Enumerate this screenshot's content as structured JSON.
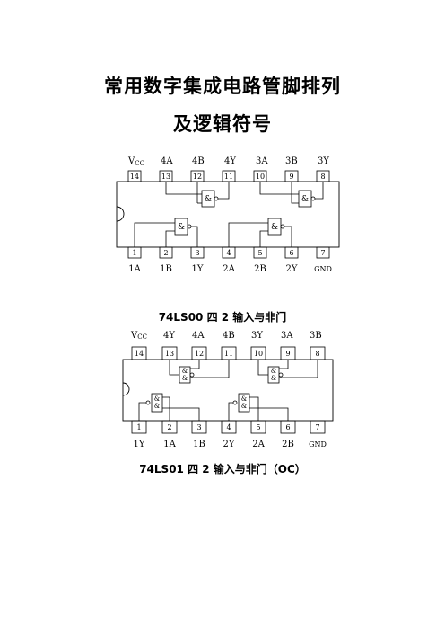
{
  "title_line1": "常用数字集成电路管脚排列",
  "title_line2": "及逻辑符号",
  "chip1": {
    "caption": "74LS00 四 2 输入与非门",
    "top_labels": [
      "VCC",
      "4A",
      "4B",
      "4Y",
      "3A",
      "3B",
      "3Y"
    ],
    "top_pins": [
      "14",
      "13",
      "12",
      "11",
      "10",
      "9",
      "8"
    ],
    "bottom_pins": [
      "1",
      "2",
      "3",
      "4",
      "5",
      "6",
      "7"
    ],
    "bottom_labels": [
      "1A",
      "1B",
      "1Y",
      "2A",
      "2B",
      "2Y",
      "GND"
    ],
    "gate_symbol": "&"
  },
  "chip2": {
    "caption": "74LS01 四 2 输入与非门（OC）",
    "top_labels": [
      "VCC",
      "4Y",
      "4A",
      "4B",
      "3Y",
      "3A",
      "3B"
    ],
    "top_pins": [
      "14",
      "13",
      "12",
      "11",
      "10",
      "9",
      "8"
    ],
    "bottom_pins": [
      "1",
      "2",
      "3",
      "4",
      "5",
      "6",
      "7"
    ],
    "bottom_labels": [
      "1Y",
      "1A",
      "1B",
      "2Y",
      "2A",
      "2B",
      "GND"
    ],
    "gate_symbol": "&"
  }
}
